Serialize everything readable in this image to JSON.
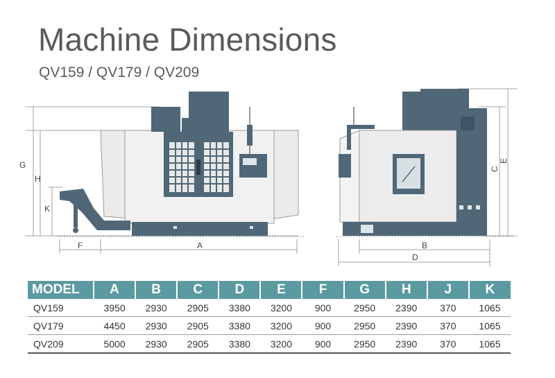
{
  "title": "Machine Dimensions",
  "subtitle": "QV159 / QV179 / QV209",
  "front_view": {
    "dim_labels": [
      "G",
      "H",
      "K",
      "F",
      "A"
    ]
  },
  "side_view": {
    "dim_labels": [
      "C",
      "E",
      "B",
      "D"
    ]
  },
  "colors": {
    "machine_body": "#4f6777",
    "panel": "#ececec",
    "table_header": "#5a9aa0"
  },
  "table": {
    "headers": [
      "MODEL",
      "A",
      "B",
      "C",
      "D",
      "E",
      "F",
      "G",
      "H",
      "J",
      "K"
    ],
    "rows": [
      [
        "QV159",
        "3950",
        "2930",
        "2905",
        "3380",
        "3200",
        "900",
        "2950",
        "2390",
        "370",
        "1065"
      ],
      [
        "QV179",
        "4450",
        "2930",
        "2905",
        "3380",
        "3200",
        "900",
        "2950",
        "2390",
        "370",
        "1065"
      ],
      [
        "QV209",
        "5000",
        "2930",
        "2905",
        "3380",
        "3200",
        "900",
        "2950",
        "2390",
        "370",
        "1065"
      ]
    ]
  }
}
